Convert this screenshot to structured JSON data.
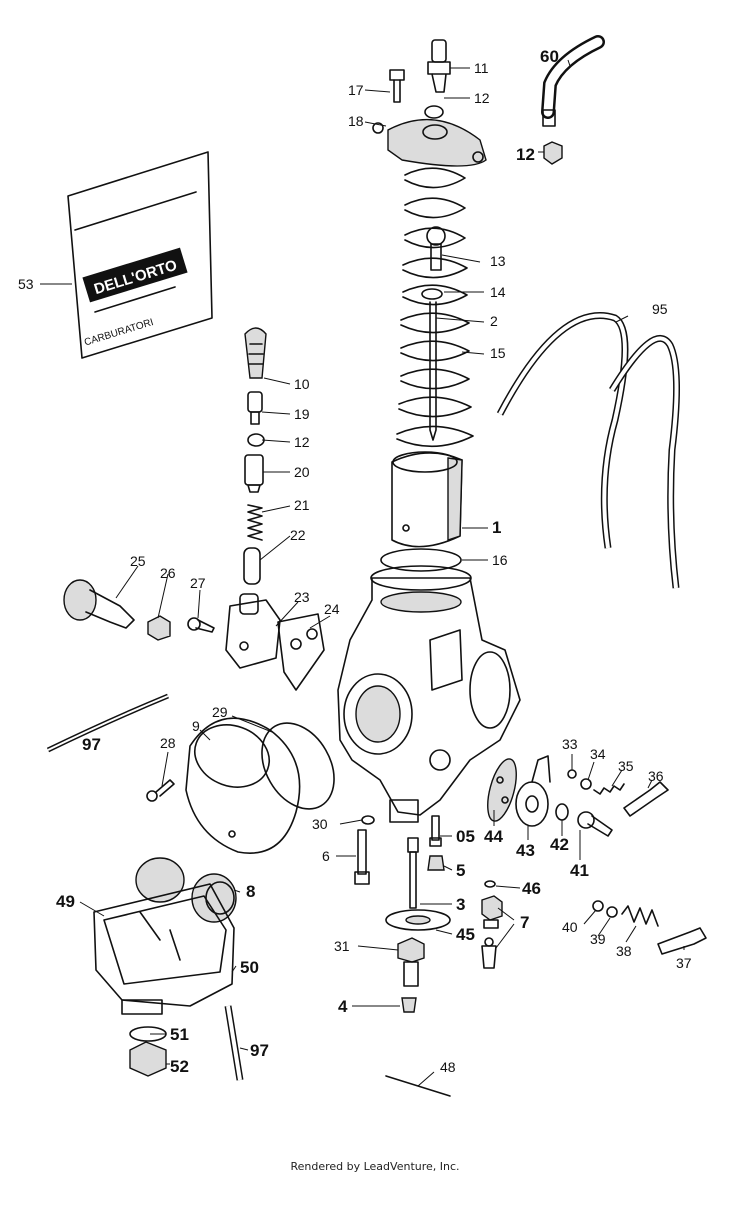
{
  "bag": {
    "brand": "DELL'ORTO",
    "text": "CARBURATORI"
  },
  "labels": {
    "p1": "1",
    "p2": "2",
    "p3": "3",
    "p4": "4",
    "p5": "5",
    "p05": "05",
    "p6": "6",
    "p7": "7",
    "p8": "8",
    "p9": "9",
    "p10": "10",
    "p11": "11",
    "p12a": "12",
    "p12b": "12",
    "p12c": "12",
    "p13": "13",
    "p14": "14",
    "p15": "15",
    "p16": "16",
    "p17": "17",
    "p18": "18",
    "p19": "19",
    "p20": "20",
    "p21": "21",
    "p22": "22",
    "p23": "23",
    "p24": "24",
    "p25": "25",
    "p26": "26",
    "p27": "27",
    "p28": "28",
    "p29": "29",
    "p30": "30",
    "p31": "31",
    "p33": "33",
    "p34": "34",
    "p35": "35",
    "p36": "36",
    "p37": "37",
    "p38": "38",
    "p39": "39",
    "p40": "40",
    "p41": "41",
    "p42": "42",
    "p43": "43",
    "p44": "44",
    "p45": "45",
    "p46": "46",
    "p48": "48",
    "p49": "49",
    "p50": "50",
    "p51": "51",
    "p52": "52",
    "p53": "53",
    "p60": "60",
    "p95": "95",
    "p97a": "97",
    "p97b": "97"
  },
  "footer": {
    "credit": "Rendered by LeadVenture, Inc."
  }
}
